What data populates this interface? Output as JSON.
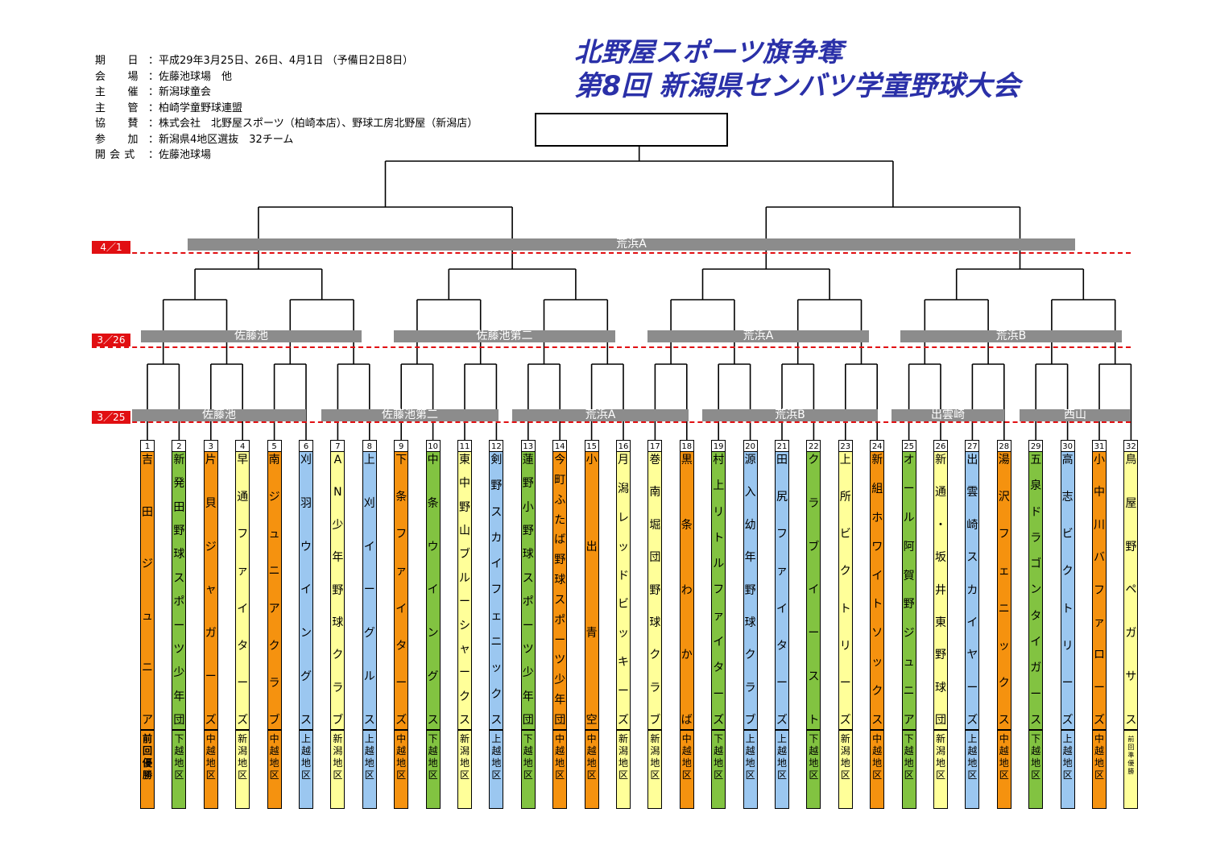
{
  "title": {
    "line1": "北野屋スポーツ旗争奪",
    "line2": "第8回 新潟県センバツ学童野球大会"
  },
  "info": [
    {
      "label": "期　　日",
      "value": "：平成29年3月25日、26日、4月1日 （予備日2日8日）"
    },
    {
      "label": "会　　場",
      "value": "：佐藤池球場　他"
    },
    {
      "label": "主　　催",
      "value": "：新潟球童会"
    },
    {
      "label": "主　　管",
      "value": "：柏崎学童野球連盟"
    },
    {
      "label": "協　　賛",
      "value": "：株式会社　北野屋スポーツ（柏崎本店）、野球工房北野屋（新潟店）"
    },
    {
      "label": "参　　加",
      "value": "：新潟県4地区選抜　32チーム"
    },
    {
      "label": "開 会 式",
      "value": "：佐藤池球場"
    }
  ],
  "rounds": [
    {
      "date": "4／1",
      "venues": [
        "荒浜A"
      ]
    },
    {
      "date": "3／26",
      "venues": [
        "佐藤池",
        "佐藤池第二",
        "荒浜A",
        "荒浜B"
      ]
    },
    {
      "date": "3／25",
      "venues": [
        "佐藤池",
        "佐藤池第二",
        "荒浜A",
        "荒浜B",
        "出雲崎",
        "西山"
      ]
    }
  ],
  "colors": {
    "orange": "#f5920f",
    "green": "#82c341",
    "yellow": "#ffff99",
    "blue": "#9bc7f0",
    "date_red": "#e10f12",
    "venue_gray": "#8c8c8c",
    "title_blue": "#2a30a8"
  },
  "teams": [
    {
      "num": "1",
      "name": "吉田ジュニア",
      "region": "前回優勝",
      "color": "orange",
      "bold": true
    },
    {
      "num": "2",
      "name": "新発田野球スポーツ少年団",
      "region": "下越地区",
      "color": "green"
    },
    {
      "num": "3",
      "name": "片貝ジャガーズ",
      "region": "中越地区",
      "color": "orange"
    },
    {
      "num": "4",
      "name": "早通ファイターズ",
      "region": "新潟地区",
      "color": "yellow"
    },
    {
      "num": "5",
      "name": "南ジュニアクラブ",
      "region": "中越地区",
      "color": "orange"
    },
    {
      "num": "6",
      "name": "刈羽ウイングス",
      "region": "上越地区",
      "color": "blue"
    },
    {
      "num": "7",
      "name": "AN少年野球クラブ",
      "region": "新潟地区",
      "color": "yellow"
    },
    {
      "num": "8",
      "name": "上刈イーグルス",
      "region": "上越地区",
      "color": "blue"
    },
    {
      "num": "9",
      "name": "下条ファイターズ",
      "region": "中越地区",
      "color": "orange"
    },
    {
      "num": "10",
      "name": "中条ウイングス",
      "region": "下越地区",
      "color": "green"
    },
    {
      "num": "11",
      "name": "東中野山ブルーシャークス",
      "region": "新潟地区",
      "color": "yellow"
    },
    {
      "num": "12",
      "name": "剣野スカイフェニックス",
      "region": "上越地区",
      "color": "blue"
    },
    {
      "num": "13",
      "name": "蓮野小野球スポーツ少年団",
      "region": "下越地区",
      "color": "green"
    },
    {
      "num": "14",
      "name": "今町ふたば野球スポーツ少年団",
      "region": "中越地区",
      "color": "orange"
    },
    {
      "num": "15",
      "name": "小出青空",
      "region": "中越地区",
      "color": "orange"
    },
    {
      "num": "16",
      "name": "月潟レッドビッキーズ",
      "region": "新潟地区",
      "color": "yellow"
    },
    {
      "num": "17",
      "name": "巻南堀団野球クラブ",
      "region": "新潟地区",
      "color": "yellow"
    },
    {
      "num": "18",
      "name": "黒条わかば",
      "region": "中越地区",
      "color": "orange"
    },
    {
      "num": "19",
      "name": "村上リトルファイターズ",
      "region": "下越地区",
      "color": "green"
    },
    {
      "num": "20",
      "name": "源入幼年野球クラブ",
      "region": "上越地区",
      "color": "blue"
    },
    {
      "num": "21",
      "name": "田尻ファイターズ",
      "region": "上越地区",
      "color": "blue"
    },
    {
      "num": "22",
      "name": "クラブイースト",
      "region": "下越地区",
      "color": "green"
    },
    {
      "num": "23",
      "name": "上所ビクトリーズ",
      "region": "新潟地区",
      "color": "yellow"
    },
    {
      "num": "24",
      "name": "新組ホワイトソックス",
      "region": "中越地区",
      "color": "orange"
    },
    {
      "num": "25",
      "name": "オール阿賀野ジュニア",
      "region": "下越地区",
      "color": "green"
    },
    {
      "num": "26",
      "name": "新通・坂井東野球団",
      "region": "新潟地区",
      "color": "yellow"
    },
    {
      "num": "27",
      "name": "出雲崎スカイヤーズ",
      "region": "上越地区",
      "color": "blue"
    },
    {
      "num": "28",
      "name": "湯沢フェニックス",
      "region": "中越地区",
      "color": "orange"
    },
    {
      "num": "29",
      "name": "五泉ドラゴンタイガース",
      "region": "下越地区",
      "color": "green"
    },
    {
      "num": "30",
      "name": "高志ビクトリーズ",
      "region": "上越地区",
      "color": "blue"
    },
    {
      "num": "31",
      "name": "小中川バファローズ",
      "region": "中越地区",
      "color": "orange"
    },
    {
      "num": "32",
      "name": "鳥屋野ペガサス",
      "region": "前回準優勝",
      "color": "yellow",
      "small": true
    }
  ]
}
